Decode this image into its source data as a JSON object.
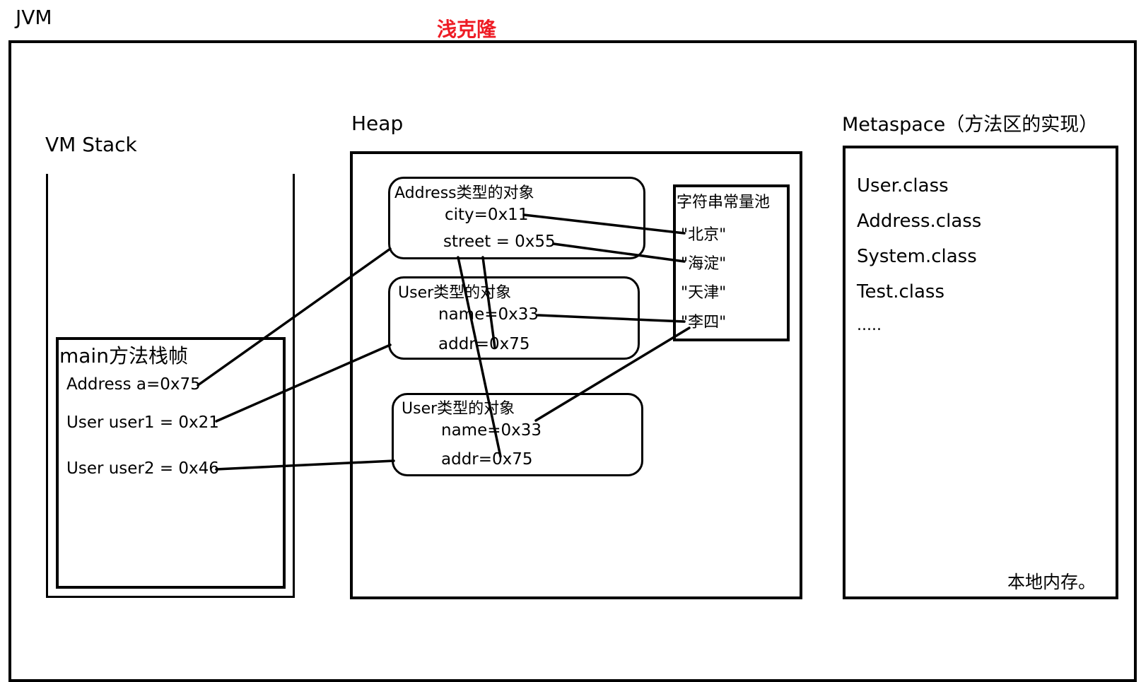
{
  "labels": {
    "jvm": "JVM",
    "title": "浅克隆",
    "title_color": "#ee1c25",
    "vm_stack": "VM Stack",
    "heap": "Heap",
    "metaspace": "Metaspace（方法区的实现）"
  },
  "stack_frame": {
    "title": "main方法栈帧",
    "vars": [
      "Address a=0x75",
      "User user1 = 0x21",
      "User user2 = 0x46"
    ]
  },
  "heap": {
    "address_object": {
      "title": "Address类型的对象",
      "fields": [
        "city=0x11",
        "street = 0x55"
      ]
    },
    "user_object_1": {
      "title": "User类型的对象",
      "fields": [
        "name=0x33",
        "addr=0x75"
      ]
    },
    "user_object_2": {
      "title": "User类型的对象",
      "fields": [
        "name=0x33",
        "addr=0x75"
      ]
    },
    "string_pool": {
      "title": "字符串常量池",
      "entries": [
        "\"北京\"",
        "\"海淀\"",
        "\"天津\"",
        "\"李四\""
      ]
    }
  },
  "metaspace": {
    "classes": [
      "User.class",
      "Address.class",
      "System.class",
      "Test.class",
      "....."
    ],
    "footer": "本地内存。"
  },
  "references": [
    {
      "from": "Address a=0x75",
      "to": "Address类型的对象"
    },
    {
      "from": "User user1 = 0x21",
      "to": "User类型的对象 (1)"
    },
    {
      "from": "User user2 = 0x46",
      "to": "User类型的对象 (2)"
    },
    {
      "from": "city=0x11",
      "to": "\"北京\""
    },
    {
      "from": "street = 0x55",
      "to": "\"海淀\""
    },
    {
      "from": "User1 name=0x33",
      "to": "\"李四\""
    },
    {
      "from": "User2 name=0x33",
      "to": "\"李四\""
    },
    {
      "from": "User1 addr=0x75",
      "to": "Address类型的对象"
    },
    {
      "from": "User2 addr=0x75",
      "to": "Address类型的对象"
    }
  ]
}
